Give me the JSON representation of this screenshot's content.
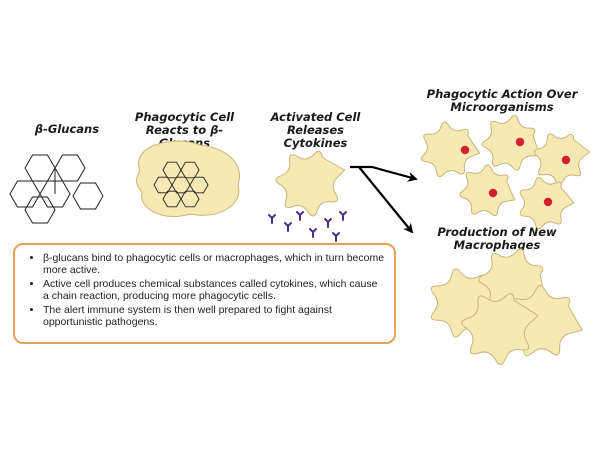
{
  "stages": {
    "glucans": {
      "title": "β-Glucans"
    },
    "reacts": {
      "line1": "Phagocytic Cell",
      "line2": "Reacts to β-Glucans"
    },
    "activated": {
      "line1": "Activated Cell",
      "line2": "Releases Cytokines"
    },
    "action": {
      "line1": "Phagocytic Action Over",
      "line2": "Microorganisms"
    },
    "production": {
      "line1": "Production of New",
      "line2": "Macrophages"
    }
  },
  "info_box": {
    "bullets": [
      "β-glucans bind to phagocytic cells or macrophages, which in turn become more active.",
      "Active cell produces chemical substances called cytokines, which cause a chain reaction, producing more phagocytic cells.",
      "The alert immune system is then well prepared to fight against opportunistic pathogens."
    ]
  },
  "colors": {
    "cell_fill": "#f7e9b3",
    "cell_stroke": "#c9b57a",
    "microorganism": "#d61e2e",
    "cytokine": "#4a2e8c",
    "box_border": "#e3a35a",
    "arrow": "#000000"
  }
}
